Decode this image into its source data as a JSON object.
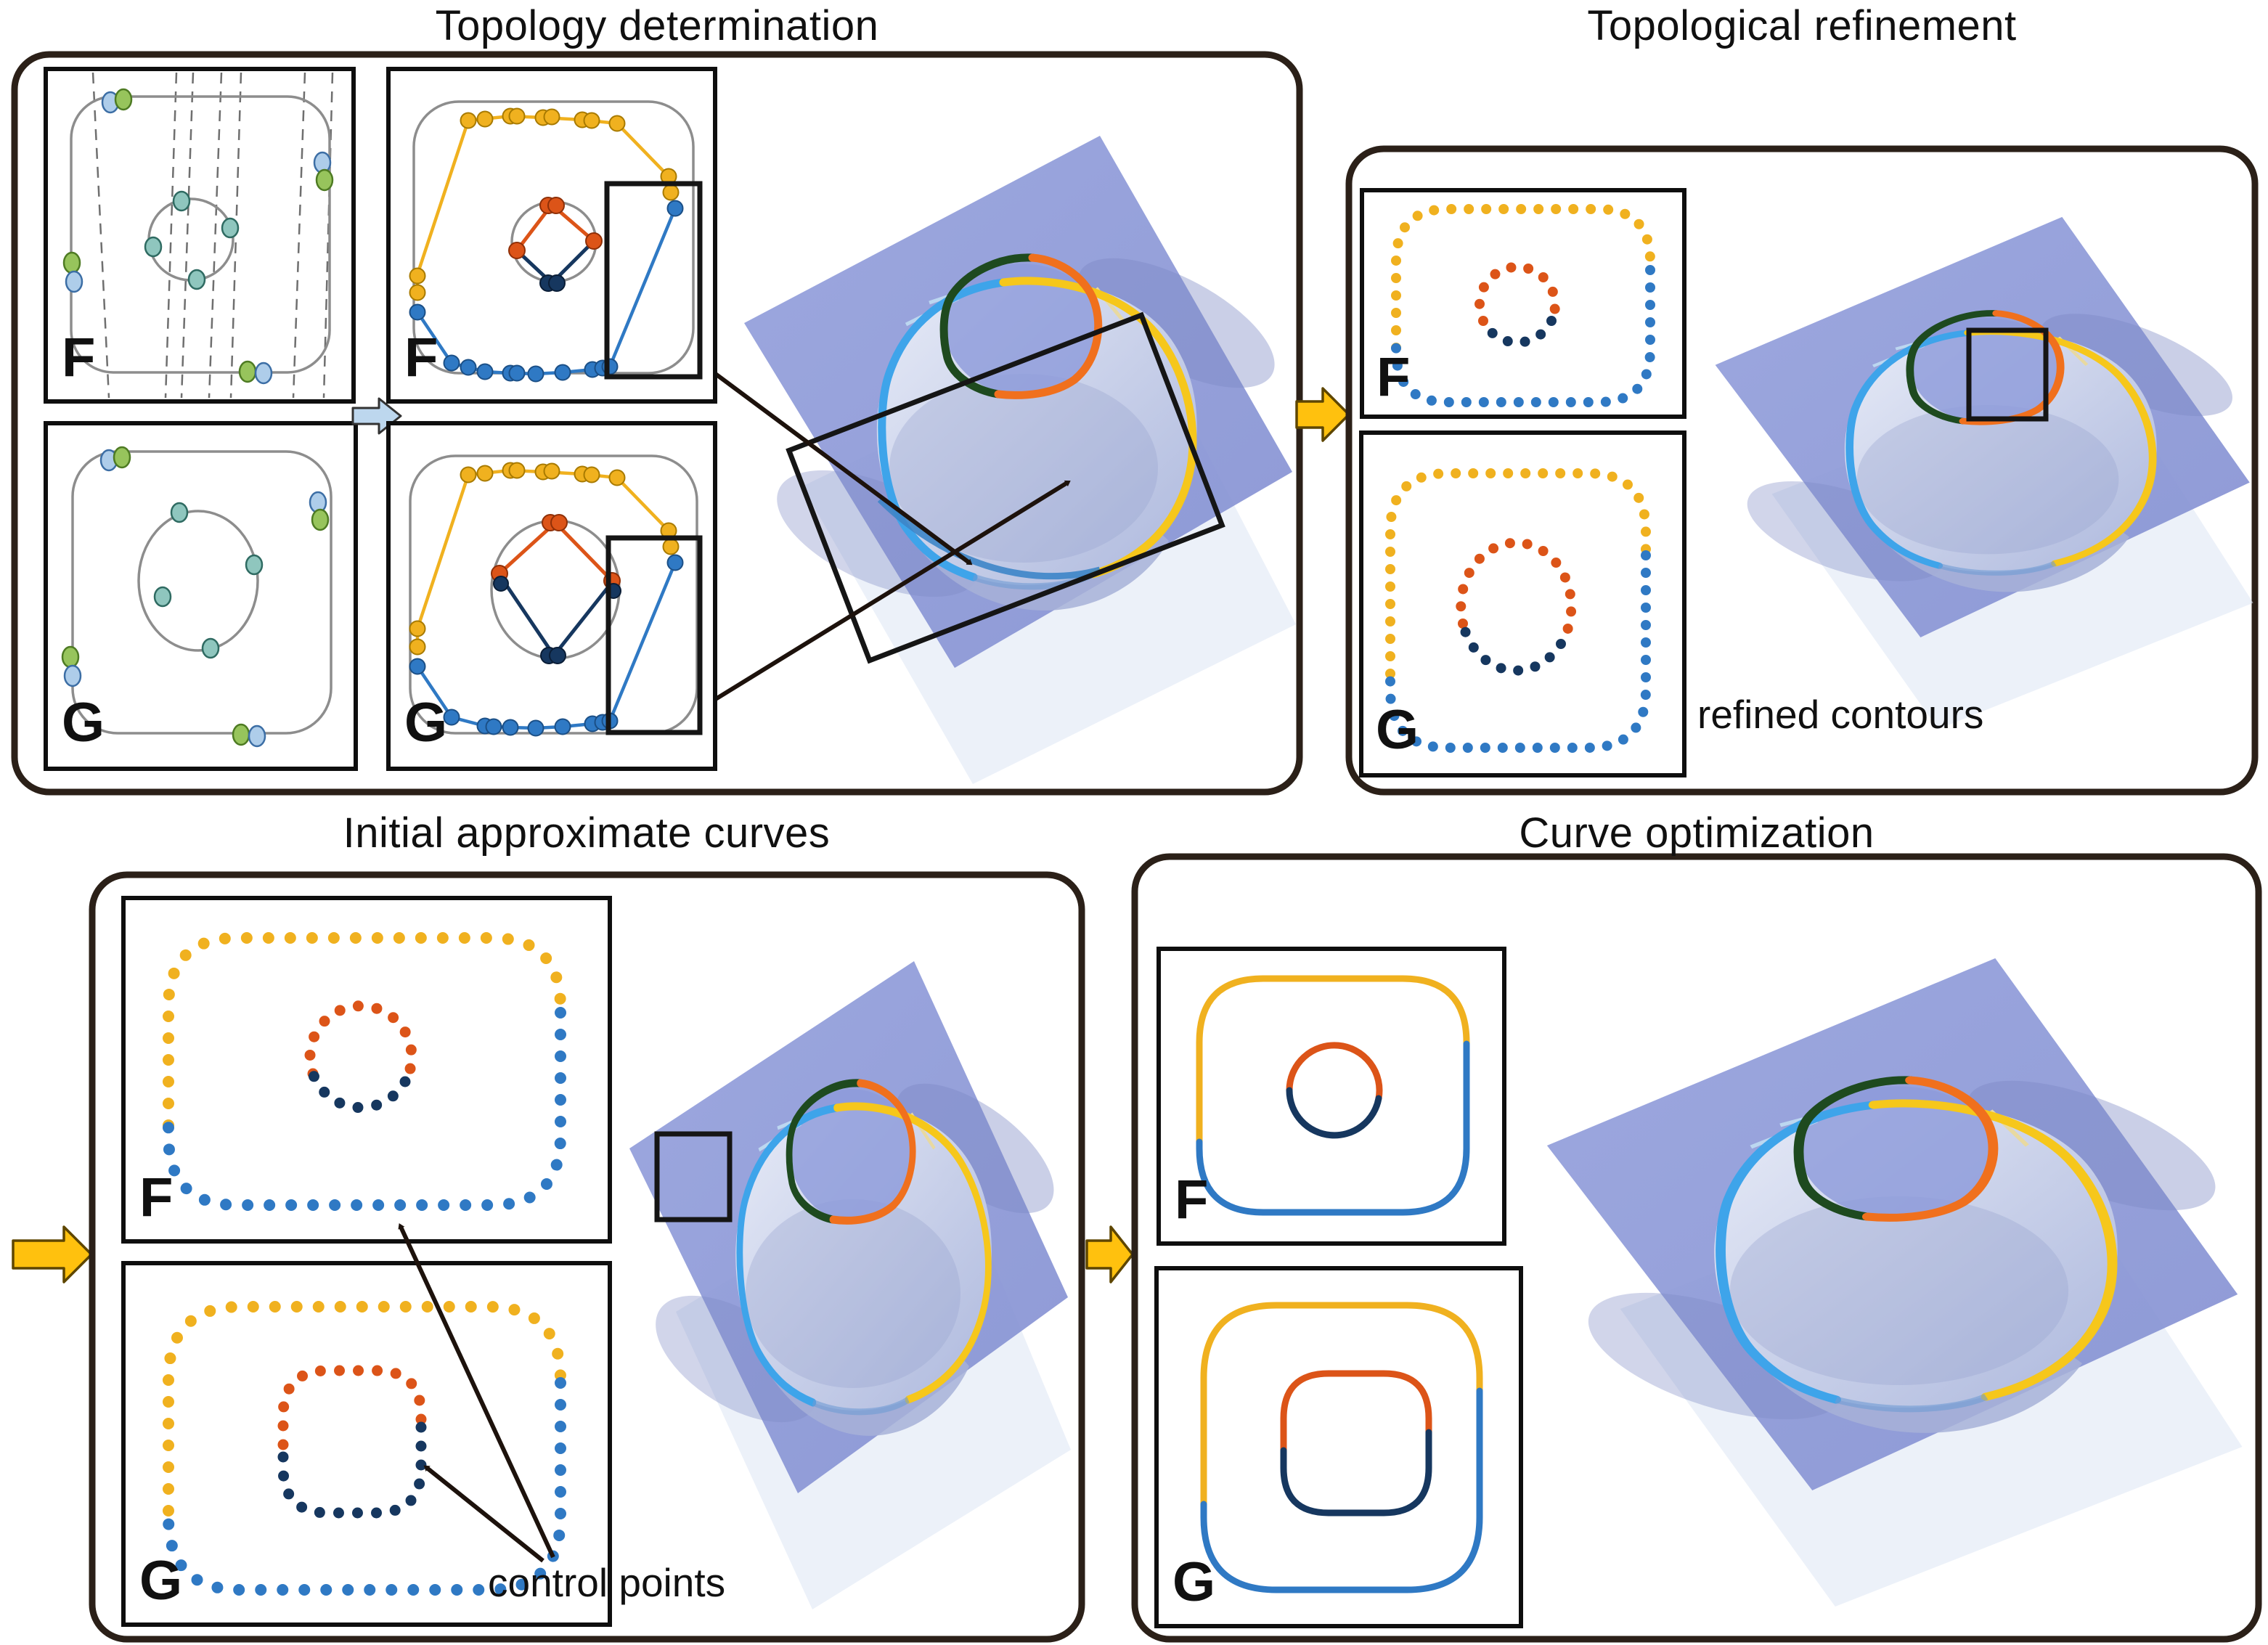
{
  "stages": [
    {
      "id": "topology-determination",
      "title": "Topology determination",
      "panels": [
        {
          "label": "F"
        },
        {
          "label": "G"
        },
        {
          "label": "F"
        },
        {
          "label": "G"
        }
      ]
    },
    {
      "id": "topological-refinement",
      "title": "Topological refinement",
      "annotation": "refined contours",
      "panels": [
        {
          "label": "F"
        },
        {
          "label": "G"
        }
      ]
    },
    {
      "id": "initial-approximate-curves",
      "title": "Initial approximate curves",
      "annotation": "control points",
      "panels": [
        {
          "label": "F"
        },
        {
          "label": "G"
        }
      ]
    },
    {
      "id": "curve-optimization",
      "title": "Curve optimization",
      "panels": [
        {
          "label": "F"
        },
        {
          "label": "G"
        }
      ]
    }
  ],
  "icons": {
    "flow_arrow": "yellow-right-arrow",
    "step_arrow": "blue-right-arrow",
    "annotation_arrow": "thin-black-arrow"
  },
  "colors": {
    "frame_dark": "#2B2018",
    "contour_yellow": "#F0B11F",
    "contour_blue": "#2F79C4",
    "inner_orange": "#DC5418",
    "inner_navy": "#16375F",
    "seed_green": "#97C45C",
    "seed_blue": "#AECDEA",
    "seed_teal": "#8FC6BE",
    "plane_blue": "#8E9BDA",
    "curve3d_cyan": "#3EA4EA",
    "curve3d_yellow": "#F6C71B",
    "curve3d_green": "#1E4A1F",
    "curve3d_orange": "#F0701D",
    "flow_arrow": "#FFC10E",
    "step_arrow": "#BDD7EE"
  }
}
